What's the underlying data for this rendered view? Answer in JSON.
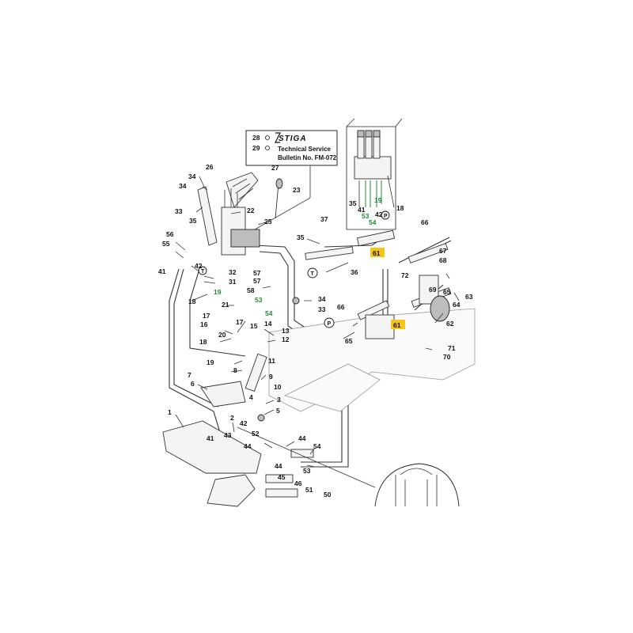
{
  "bulletin_box": {
    "brand": "STIGA",
    "line1": "Technical Service",
    "line2": "Bulletin No. FM-072",
    "ref_a": "28",
    "ref_b": "29"
  },
  "part_labels": [
    {
      "text": "26",
      "color": "black"
    },
    {
      "text": "27",
      "color": "black"
    },
    {
      "text": "34",
      "color": "black"
    },
    {
      "text": "34",
      "color": "black"
    },
    {
      "text": "23",
      "color": "black"
    },
    {
      "text": "33",
      "color": "black"
    },
    {
      "text": "22",
      "color": "black"
    },
    {
      "text": "35",
      "color": "black"
    },
    {
      "text": "25",
      "color": "black"
    },
    {
      "text": "56",
      "color": "black"
    },
    {
      "text": "55",
      "color": "black"
    },
    {
      "text": "42",
      "color": "black"
    },
    {
      "text": "41",
      "color": "black"
    },
    {
      "text": "32",
      "color": "black"
    },
    {
      "text": "31",
      "color": "black"
    },
    {
      "text": "19",
      "color": "green"
    },
    {
      "text": "18",
      "color": "black"
    },
    {
      "text": "21",
      "color": "black"
    },
    {
      "text": "57",
      "color": "black"
    },
    {
      "text": "57",
      "color": "black"
    },
    {
      "text": "58",
      "color": "black"
    },
    {
      "text": "53",
      "color": "green"
    },
    {
      "text": "54",
      "color": "green"
    },
    {
      "text": "17",
      "color": "black"
    },
    {
      "text": "17",
      "color": "black"
    },
    {
      "text": "16",
      "color": "black"
    },
    {
      "text": "18",
      "color": "black"
    },
    {
      "text": "15",
      "color": "black"
    },
    {
      "text": "14",
      "color": "black"
    },
    {
      "text": "13",
      "color": "black"
    },
    {
      "text": "12",
      "color": "black"
    },
    {
      "text": "20",
      "color": "black"
    },
    {
      "text": "19",
      "color": "black"
    },
    {
      "text": "11",
      "color": "black"
    },
    {
      "text": "8",
      "color": "black"
    },
    {
      "text": "9",
      "color": "black"
    },
    {
      "text": "7",
      "color": "black"
    },
    {
      "text": "6",
      "color": "black"
    },
    {
      "text": "10",
      "color": "black"
    },
    {
      "text": "4",
      "color": "black"
    },
    {
      "text": "3",
      "color": "black"
    },
    {
      "text": "5",
      "color": "black"
    },
    {
      "text": "1",
      "color": "black"
    },
    {
      "text": "2",
      "color": "black"
    },
    {
      "text": "41",
      "color": "black"
    },
    {
      "text": "42",
      "color": "black"
    },
    {
      "text": "43",
      "color": "black"
    },
    {
      "text": "44",
      "color": "black"
    },
    {
      "text": "52",
      "color": "black"
    },
    {
      "text": "44",
      "color": "black"
    },
    {
      "text": "54",
      "color": "black"
    },
    {
      "text": "53",
      "color": "black"
    },
    {
      "text": "44",
      "color": "black"
    },
    {
      "text": "45",
      "color": "black"
    },
    {
      "text": "46",
      "color": "black"
    },
    {
      "text": "50",
      "color": "black"
    },
    {
      "text": "51",
      "color": "black"
    },
    {
      "text": "37",
      "color": "black"
    },
    {
      "text": "35",
      "color": "black"
    },
    {
      "text": "36",
      "color": "black"
    },
    {
      "text": "34",
      "color": "black"
    },
    {
      "text": "33",
      "color": "black"
    },
    {
      "text": "66",
      "color": "black"
    },
    {
      "text": "65",
      "color": "black"
    },
    {
      "text": "66",
      "color": "black"
    },
    {
      "text": "67",
      "color": "black"
    },
    {
      "text": "68",
      "color": "black"
    },
    {
      "text": "72",
      "color": "black"
    },
    {
      "text": "69",
      "color": "black"
    },
    {
      "text": "65",
      "color": "black"
    },
    {
      "text": "63",
      "color": "black"
    },
    {
      "text": "64",
      "color": "black"
    },
    {
      "text": "62",
      "color": "black"
    },
    {
      "text": "71",
      "color": "black"
    },
    {
      "text": "70",
      "color": "black"
    },
    {
      "text": "35",
      "color": "black"
    },
    {
      "text": "41",
      "color": "black"
    },
    {
      "text": "53",
      "color": "green"
    },
    {
      "text": "54",
      "color": "green"
    },
    {
      "text": "19",
      "color": "green"
    },
    {
      "text": "42",
      "color": "black"
    },
    {
      "text": "18",
      "color": "black"
    }
  ],
  "highlight_labels": [
    "61",
    "61"
  ],
  "circle_tags": [
    "T",
    "P",
    "T",
    "P"
  ]
}
